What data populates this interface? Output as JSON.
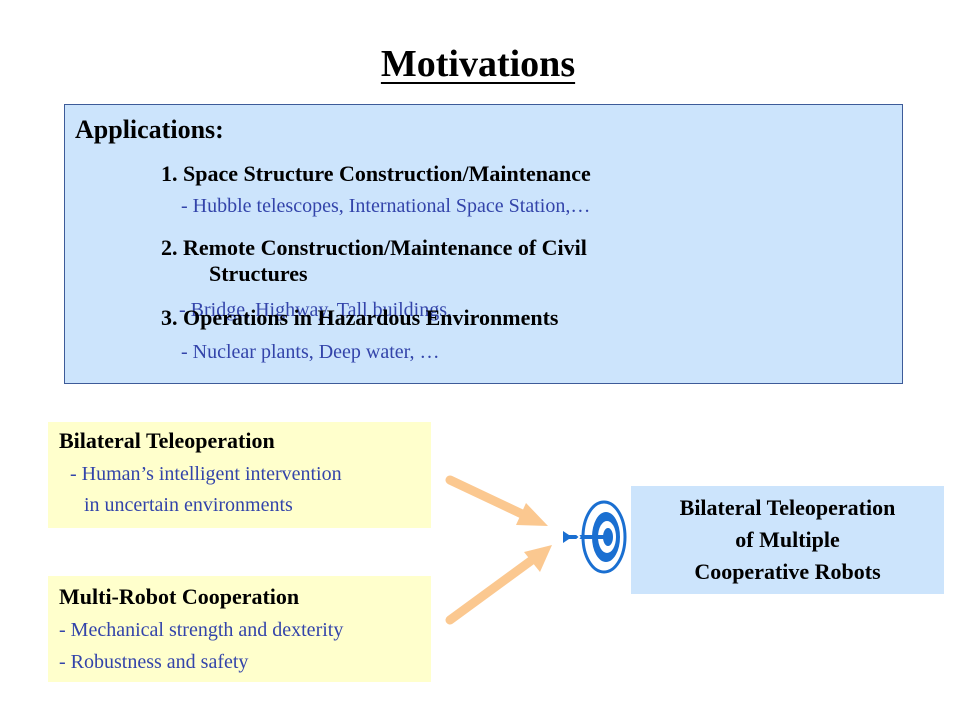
{
  "slide": {
    "title": "Motivations"
  },
  "applications": {
    "heading": "Applications:",
    "items": [
      {
        "title": "1. Space Structure Construction/Maintenance",
        "detail": "- Hubble telescopes, International Space Station,…"
      },
      {
        "title_line1": "2. Remote Construction/Maintenance of Civil",
        "title_line2": "Structures",
        "detail": "- Bridge, Highway, Tall buildings,"
      },
      {
        "title": "3. Operations in Hazardous Environments",
        "detail": "- Nuclear plants, Deep water, …"
      }
    ]
  },
  "bilateral": {
    "heading": "Bilateral Teleoperation",
    "line1": "- Human’s intelligent intervention",
    "line2": "in uncertain environments"
  },
  "multi_robot": {
    "heading": "Multi-Robot Cooperation",
    "line1": "- Mechanical strength and dexterity",
    "line2": "- Robustness and safety"
  },
  "result": {
    "line1": "Bilateral Teleoperation",
    "line2": "of Multiple",
    "line3": "Cooperative Robots"
  },
  "colors": {
    "box_blue": "#cce4fc",
    "box_yellow": "#ffffcc",
    "detail_text": "#3344aa",
    "arrow": "#fbc890",
    "target_blue": "#1a6fd1"
  },
  "icons": {
    "arrows": "arrow-icon",
    "target": "target-icon"
  }
}
